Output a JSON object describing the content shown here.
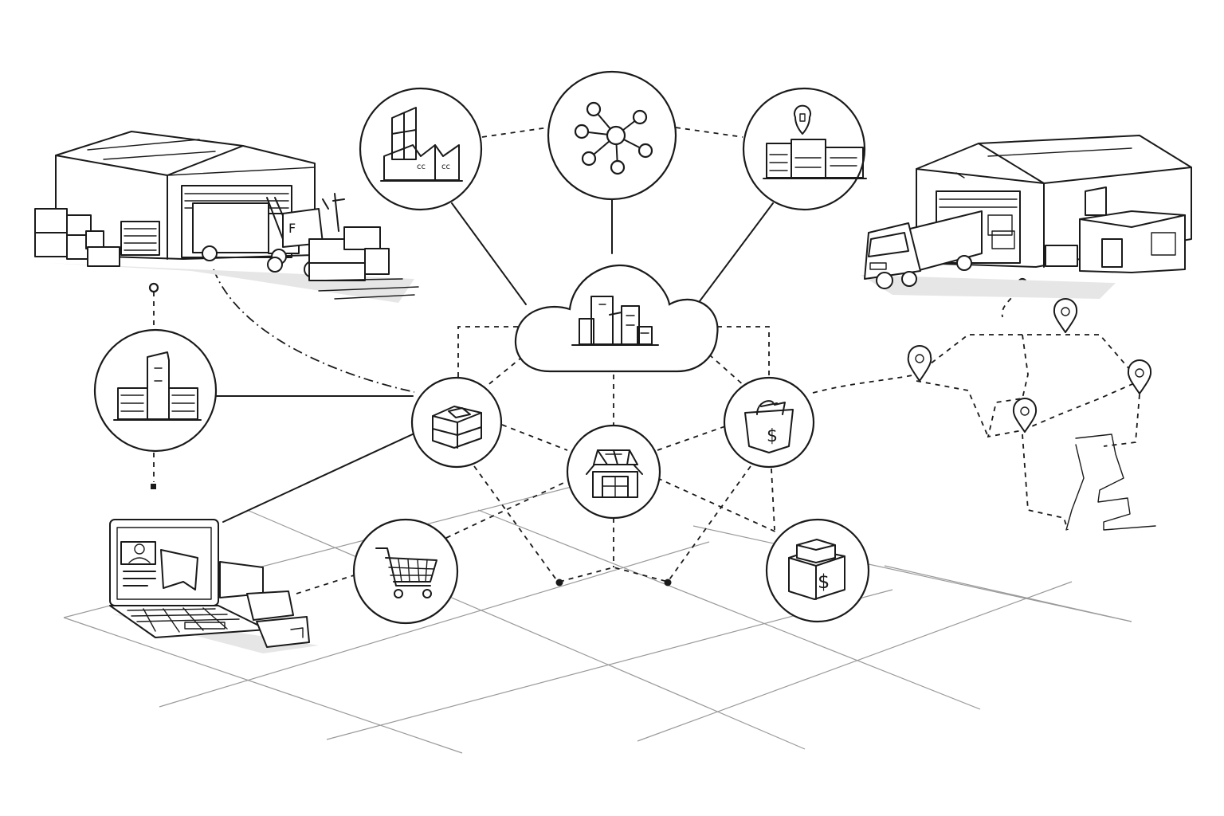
{
  "diagram": {
    "style": "monochrome line-art illustration",
    "colors": {
      "ink": "#1a1a1a",
      "grid": "#9a9a9a",
      "background": "#ffffff",
      "shadow": "#e6e6e6"
    },
    "nodes": [
      {
        "id": "cloud-hub",
        "icon": "cloud-city-icon"
      },
      {
        "id": "factory",
        "icon": "factory-icon"
      },
      {
        "id": "network",
        "icon": "network-hub-icon"
      },
      {
        "id": "distribution-center",
        "icon": "location-building-icon"
      },
      {
        "id": "office",
        "icon": "office-building-icon"
      },
      {
        "id": "inventory",
        "icon": "package-box-icon"
      },
      {
        "id": "retail-store",
        "icon": "storefront-icon"
      },
      {
        "id": "shopping-bag",
        "icon": "shopping-bag-dollar-icon"
      },
      {
        "id": "shopping-cart",
        "icon": "shopping-cart-icon"
      },
      {
        "id": "payment-box",
        "icon": "box-dollar-icon"
      }
    ],
    "illustrations": [
      {
        "id": "warehouse-left",
        "icon": "warehouse-forklift-truck-icon"
      },
      {
        "id": "warehouse-right",
        "icon": "warehouse-delivery-truck-icon"
      },
      {
        "id": "laptop",
        "icon": "laptop-ecommerce-icon"
      },
      {
        "id": "route-map",
        "icon": "route-map-pins-icon"
      }
    ],
    "labels": {
      "bag_symbol": "$",
      "box_symbol": "$",
      "factory_marks": [
        "cc",
        "cc"
      ]
    }
  }
}
